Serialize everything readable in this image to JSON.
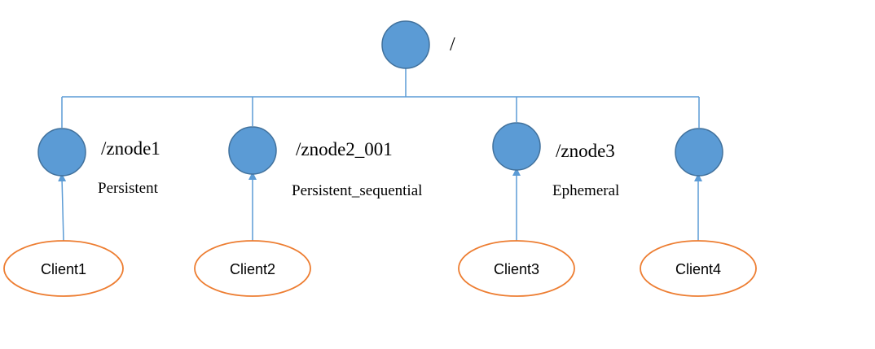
{
  "diagram": {
    "root": {
      "label": "/"
    },
    "znodes": [
      {
        "label": "/znode1",
        "type": "Persistent",
        "client": "Client1"
      },
      {
        "label": "/znode2_001",
        "type": "Persistent_sequential",
        "client": "Client2"
      },
      {
        "label": "/znode3",
        "type": "Ephemeral",
        "client": "Client3"
      },
      {
        "label": "",
        "type": "",
        "client": "Client4"
      }
    ],
    "colors": {
      "node_fill": "#5b9bd5",
      "node_stroke": "#41719c",
      "connector": "#5b9bd5",
      "client_stroke": "#ed7d31"
    }
  }
}
